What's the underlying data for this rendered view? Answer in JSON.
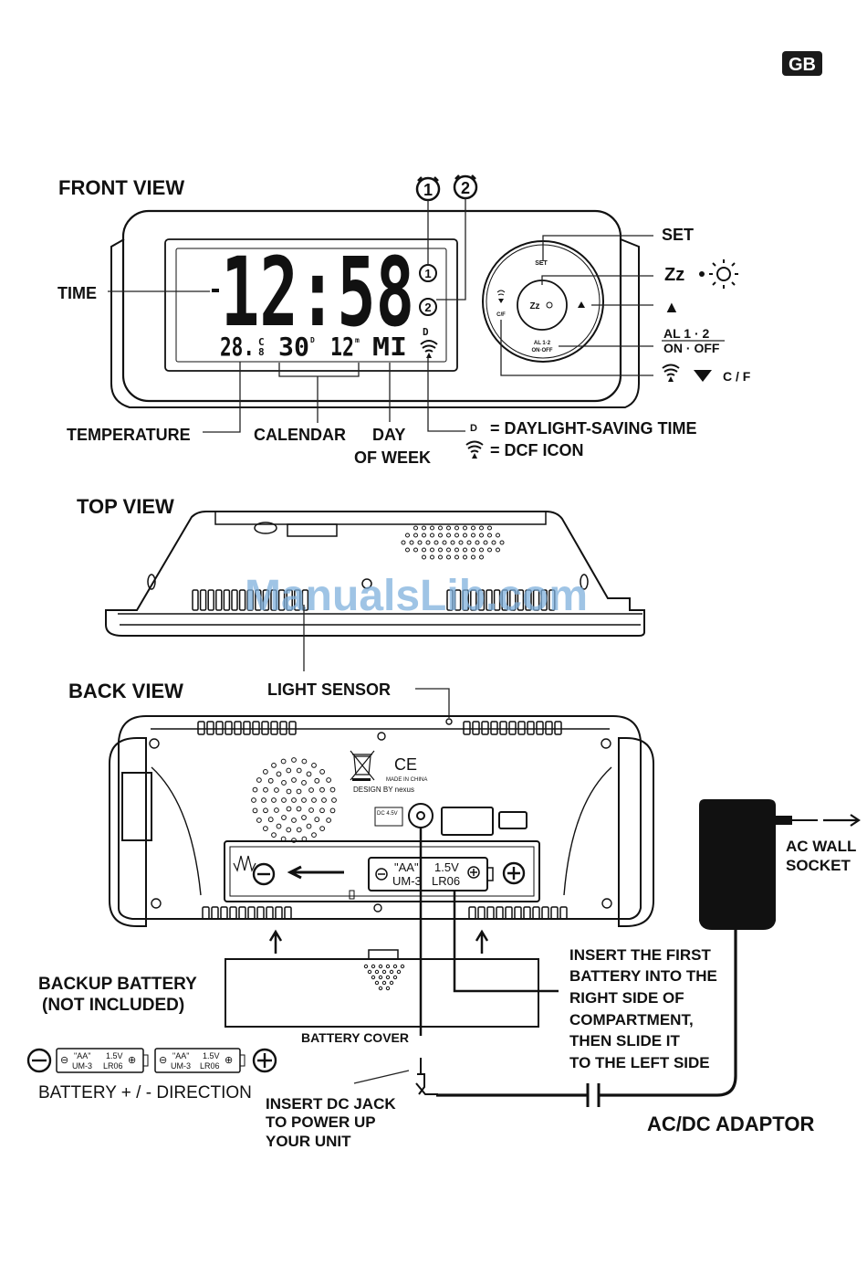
{
  "badge": "GB",
  "front_view": {
    "heading": "FRONT VIEW",
    "alarm_icons": [
      "1",
      "2"
    ],
    "lcd": {
      "time": "12:58",
      "temperature": "28.",
      "temp_unit_top": "C",
      "temp_unit_bottom": "8",
      "date_day": "30",
      "date_day_sup": "D",
      "date_month": "12",
      "date_month_sup": "m",
      "weekday": "MI",
      "dst_mark": "D",
      "alarm_marks": [
        "1",
        "2"
      ]
    },
    "knob": {
      "set_label": "SET",
      "snooze_center": "Zz",
      "alarm_label_1": "AL 1·2",
      "alarm_label_2": "ON·OFF",
      "cf_label": "C/F"
    },
    "labels": {
      "time": "TIME",
      "temperature": "TEMPERATURE",
      "calendar": "CALENDAR",
      "day_1": "DAY",
      "day_2": "OF WEEK",
      "set": "SET",
      "snooze": "Zz",
      "up_arrow": "▲",
      "alarm_1": "AL 1 · 2",
      "alarm_2": "ON · OFF",
      "cf": "C / F",
      "dst_letter": "D",
      "dst": "= DAYLIGHT-SAVING TIME",
      "dcf": "= DCF ICON"
    }
  },
  "top_view": {
    "heading": "TOP VIEW",
    "light_sensor": "LIGHT SENSOR",
    "watermark": "ManualsLib.com"
  },
  "back_view": {
    "heading": "BACK VIEW",
    "ce_mark": "CE",
    "made_in": "MADE IN CHINA",
    "design_by": "DESIGN BY nexus",
    "dc_label": "DC 4.5V",
    "battery_in_box": {
      "type": "\"AA\"",
      "model": "UM-3",
      "voltage": "1.5V",
      "code": "LR06"
    },
    "backup_battery_1": "BACKUP BATTERY",
    "backup_battery_2": "(NOT INCLUDED)",
    "battery_cover": "BATTERY COVER",
    "battery_direction": "BATTERY + / - DIRECTION",
    "insert_first": [
      "INSERT THE FIRST",
      "BATTERY INTO THE",
      "RIGHT SIDE OF",
      "COMPARTMENT,",
      "THEN SLIDE IT",
      "TO THE  LEFT SIDE"
    ],
    "dc_jack": [
      "INSERT DC JACK",
      "TO POWER UP",
      "YOUR UNIT"
    ],
    "ac_wall": [
      "AC WALL",
      "SOCKET"
    ],
    "adaptor": "AC/DC ADAPTOR"
  }
}
